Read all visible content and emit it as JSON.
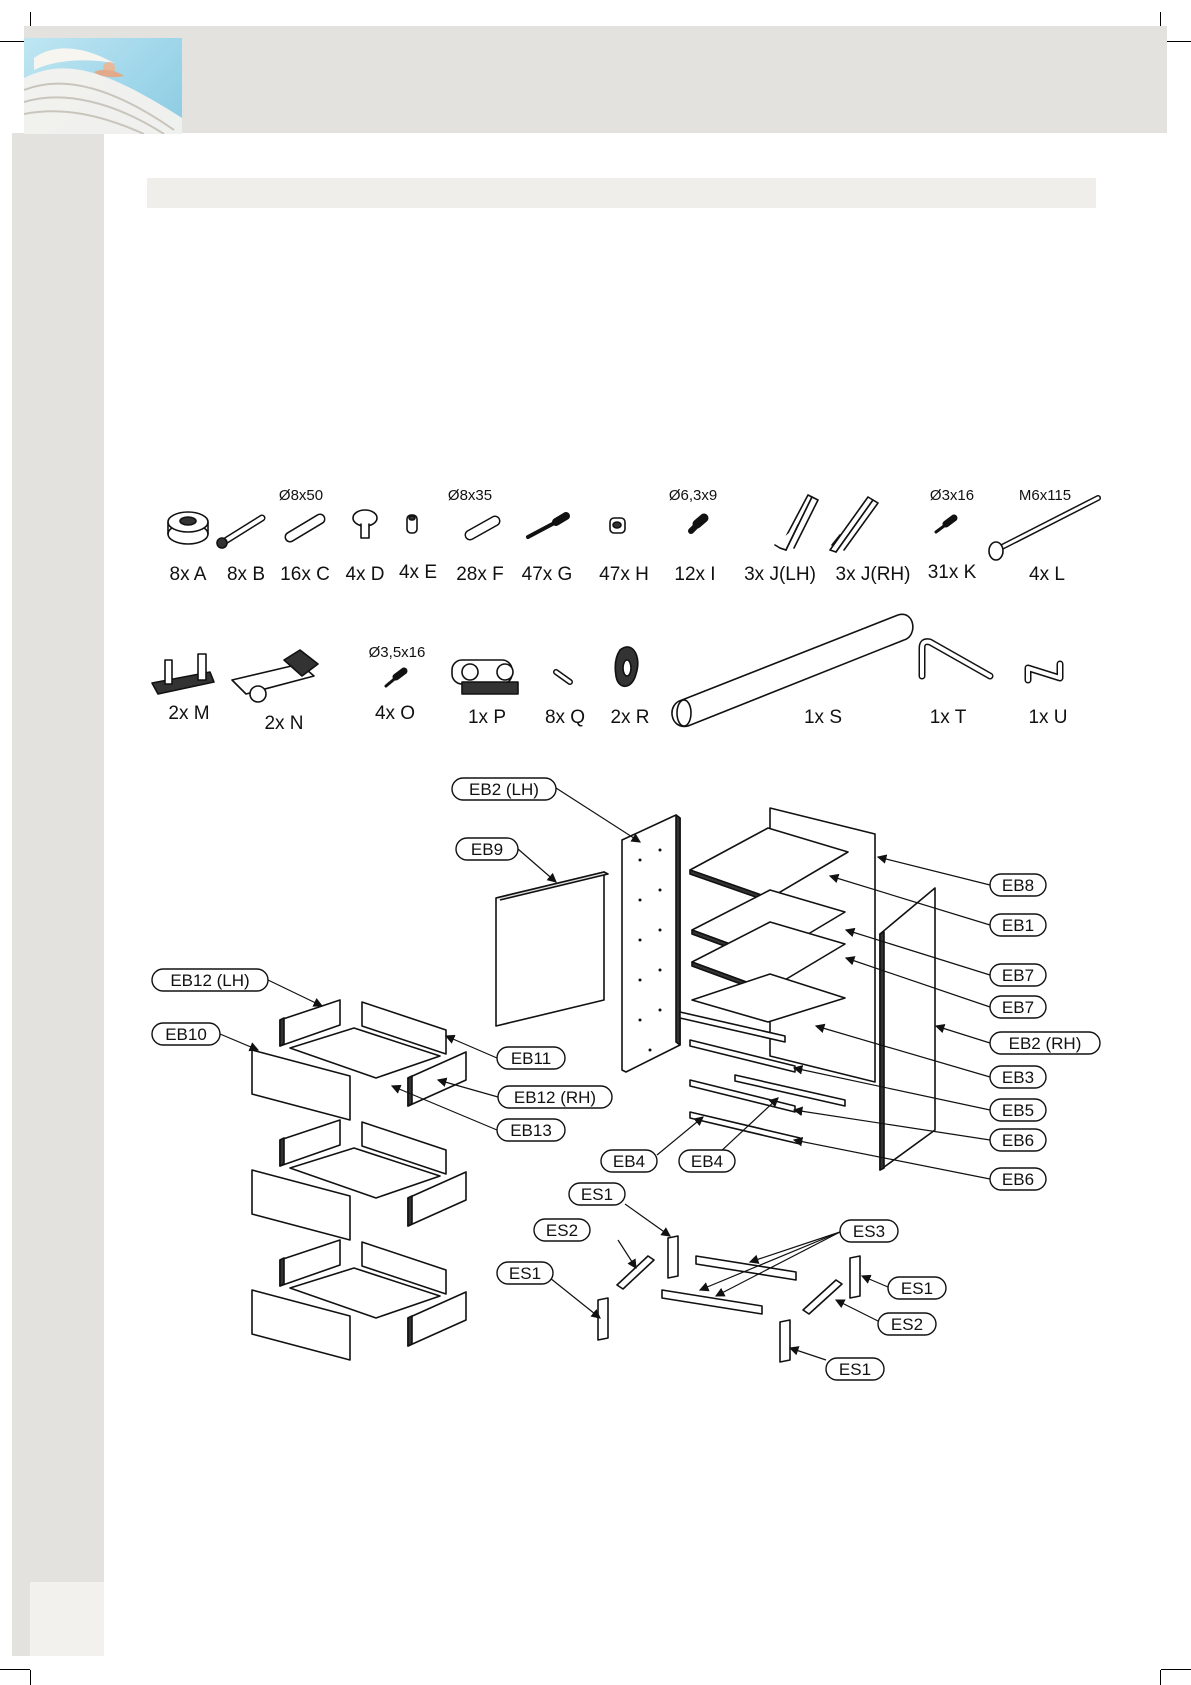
{
  "hardware": [
    {
      "qty": "8x A",
      "dim": ""
    },
    {
      "qty": "8x B",
      "dim": ""
    },
    {
      "qty": "16x C",
      "dim": "Ø8x50"
    },
    {
      "qty": "4x D",
      "dim": ""
    },
    {
      "qty": "4x E",
      "dim": ""
    },
    {
      "qty": "28x F",
      "dim": "Ø8x35"
    },
    {
      "qty": "47x G",
      "dim": ""
    },
    {
      "qty": "47x H",
      "dim": ""
    },
    {
      "qty": "12x I",
      "dim": "Ø6,3x9"
    },
    {
      "qty": "3x J(LH)",
      "dim": ""
    },
    {
      "qty": "3x J(RH)",
      "dim": ""
    },
    {
      "qty": "31x K",
      "dim": "Ø3x16"
    },
    {
      "qty": "4x L",
      "dim": "M6x115"
    },
    {
      "qty": "2x M",
      "dim": ""
    },
    {
      "qty": "2x N",
      "dim": ""
    },
    {
      "qty": "4x O",
      "dim": "Ø3,5x16"
    },
    {
      "qty": "1x P",
      "dim": ""
    },
    {
      "qty": "8x Q",
      "dim": ""
    },
    {
      "qty": "2x R",
      "dim": ""
    },
    {
      "qty": "1x S",
      "dim": ""
    },
    {
      "qty": "1x T",
      "dim": ""
    },
    {
      "qty": "1x U",
      "dim": ""
    }
  ],
  "panels": {
    "eb2_lh": "EB2 (LH)",
    "eb9": "EB9",
    "eb8": "EB8",
    "eb1": "EB1",
    "eb7a": "EB7",
    "eb7b": "EB7",
    "eb12_lh": "EB12 (LH)",
    "eb10": "EB10",
    "eb11": "EB11",
    "eb2_rh": "EB2 (RH)",
    "eb3": "EB3",
    "eb12_rh": "EB12 (RH)",
    "eb5": "EB5",
    "eb13": "EB13",
    "eb6a": "EB6",
    "eb4a": "EB4",
    "eb4b": "EB4",
    "eb6b": "EB6",
    "es1a": "ES1",
    "es3": "ES3",
    "es2a": "ES2",
    "es1b": "ES1",
    "es1c": "ES1",
    "es2b": "ES2",
    "es1d": "ES1"
  }
}
